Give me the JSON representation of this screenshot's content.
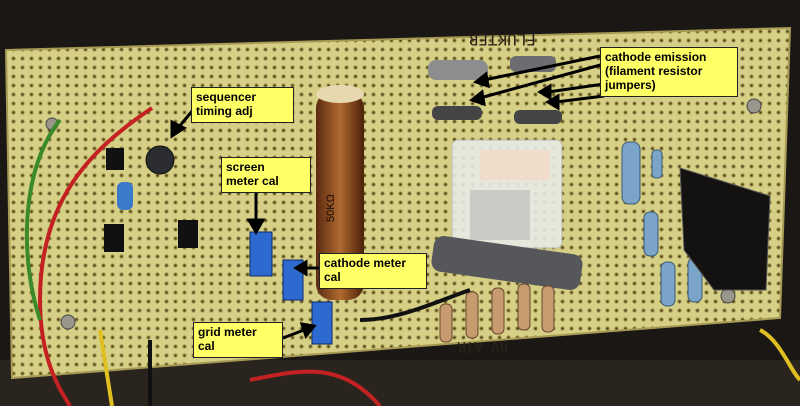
{
  "callouts": {
    "sequencer_timing": "sequencer\ntiming adj",
    "screen_meter": "screen\nmeter cal",
    "cathode_meter": "cathode meter\ncal",
    "grid_meter": "grid meter\ncal",
    "cathode_emission": "cathode emission\n(filament resistor\njumpers)"
  },
  "board_markings": {
    "top_text": "FLUKTER",
    "bottom_text": "RV ATR"
  },
  "component_labels": {
    "power_resistor": "50KΩ"
  },
  "colors": {
    "callout_fill": "#ffff66",
    "board": "#d8d28a",
    "background": "#1b1714"
  }
}
